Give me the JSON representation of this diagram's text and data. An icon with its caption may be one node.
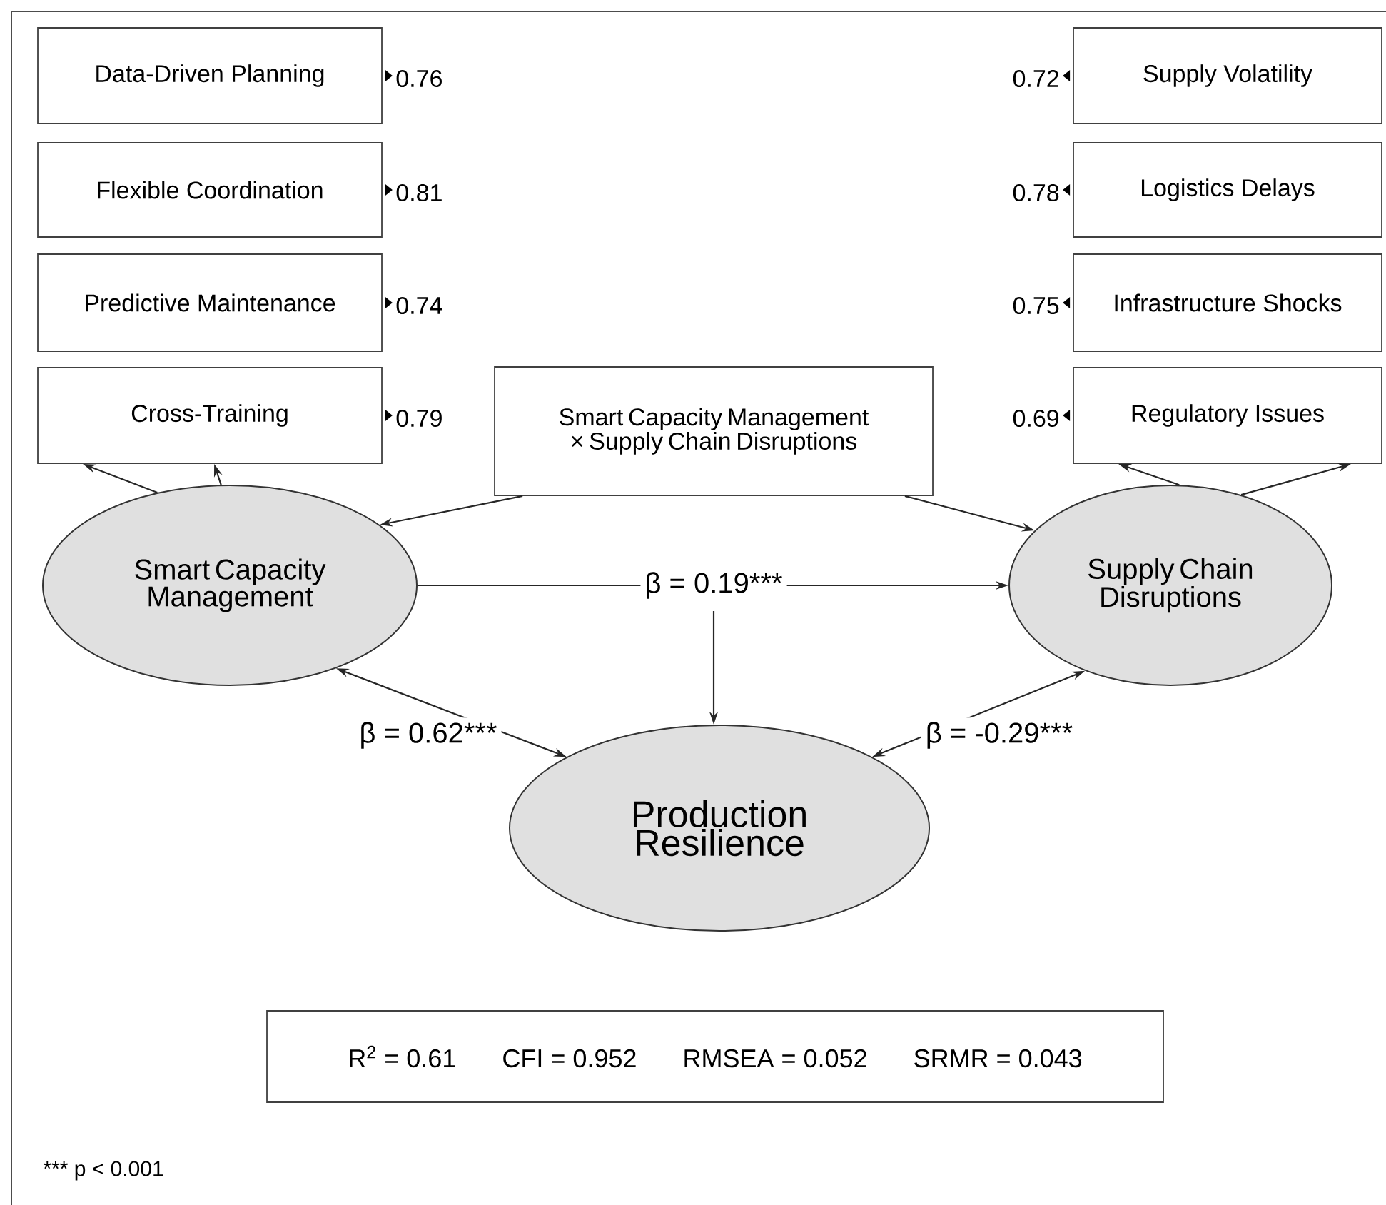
{
  "diagram": {
    "nodes": [
      {
        "text": [
          "Data-Driven Planning"
        ],
        "beside": [
          "0.76"
        ]
      },
      {
        "text": [
          "Flexible Coordination"
        ],
        "beside": [
          "0.81"
        ]
      },
      {
        "text": [
          "Predictive Maintenance"
        ],
        "beside": [
          "0.74"
        ]
      },
      {
        "text": [
          "Cross-Training"
        ],
        "beside": [
          "0.79"
        ]
      },
      {
        "text": [
          "Supply Volatility"
        ],
        "beside": [
          "0.72"
        ]
      },
      {
        "text": [
          "Logistics Delays"
        ],
        "beside": [
          "0.78"
        ]
      },
      {
        "text": [
          "Infrastructure Shocks"
        ],
        "beside": [
          "0.75"
        ]
      },
      {
        "text": [
          "Regulatory Issues"
        ],
        "beside": [
          "0.69"
        ]
      },
      {
        "text": [
          "Smart Capacity Management × Supply Chain Disruptions"
        ]
      },
      {
        "text": [
          "Smart Capacity Management"
        ]
      },
      {
        "text": [
          "Supply Chain Disruptions"
        ]
      },
      {
        "text": [
          "Production Resilience"
        ]
      },
      {
        "text": [
          "R$^{2}$ = 0.61",
          "CFI = 0.952",
          "RMSEA = 0.052",
          "SRMR = 0.043"
        ]
      }
    ],
    "edges": [
      {
        "from": 9,
        "to": 3,
        "arrow": "to"
      },
      {
        "from": 9,
        "to": 3,
        "arrow": "to"
      },
      {
        "from": 10,
        "to": 7,
        "arrow": "to"
      },
      {
        "from": 10,
        "to": 7,
        "arrow": "to"
      },
      {
        "from": 8,
        "to": 9,
        "arrow": "to"
      },
      {
        "from": 8,
        "to": 10,
        "arrow": "to"
      },
      {
        "from": 9,
        "to": 10,
        "arrow": "to",
        "label": "β = 0.19***"
      },
      {
        "from": null,
        "to": 11,
        "arrow": "to"
      },
      {
        "from": 9,
        "to": 11,
        "arrow": "both",
        "label": "β = 0.62***"
      },
      {
        "from": 10,
        "to": 11,
        "arrow": "both",
        "label": "β = -0.29***"
      }
    ],
    "labels": [
      "*** p < 0.001"
    ]
  }
}
